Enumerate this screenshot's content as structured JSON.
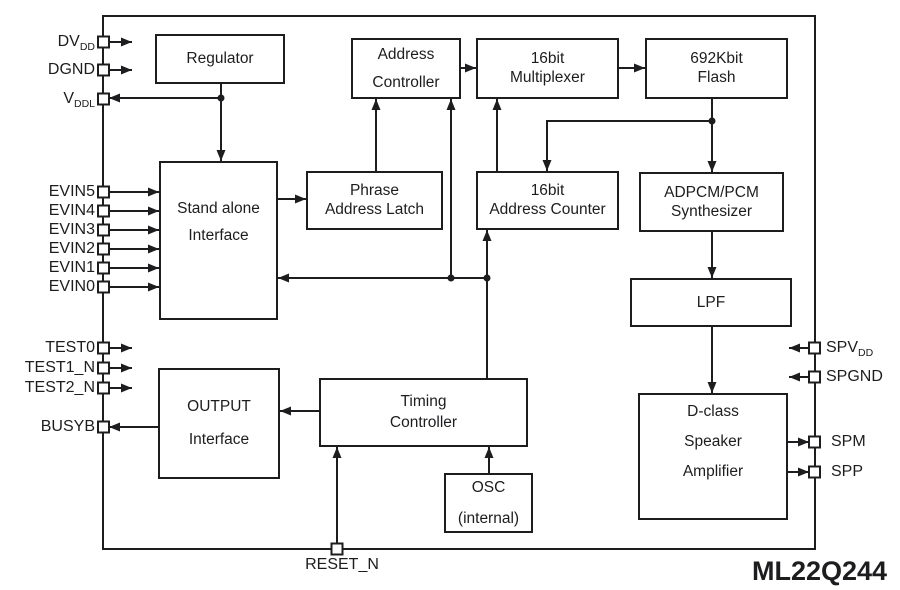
{
  "chip_label": "ML22Q244",
  "colors": {
    "ink": "#1d1d1f",
    "background": "#ffffff"
  },
  "blocks": {
    "regulator": {
      "lines": [
        "Regulator"
      ]
    },
    "address_controller": {
      "lines": [
        "Address",
        "Controller"
      ]
    },
    "multiplexer_16bit": {
      "lines": [
        "16bit",
        "Multiplexer"
      ]
    },
    "flash_692kbit": {
      "lines": [
        "692Kbit",
        "Flash"
      ]
    },
    "standalone_interface": {
      "lines": [
        "Stand alone",
        "Interface"
      ]
    },
    "phrase_address_latch": {
      "lines": [
        "Phrase",
        "Address Latch"
      ]
    },
    "address_counter_16bit": {
      "lines": [
        "16bit",
        "Address Counter"
      ]
    },
    "adpcm_synthesizer": {
      "lines": [
        "ADPCM/PCM",
        "Synthesizer"
      ]
    },
    "lpf": {
      "lines": [
        "LPF"
      ]
    },
    "output_interface": {
      "lines": [
        "OUTPUT",
        "Interface"
      ]
    },
    "timing_controller": {
      "lines": [
        "Timing",
        "Controller"
      ]
    },
    "osc_internal": {
      "lines": [
        "OSC",
        "(internal)"
      ]
    },
    "dclass_amplifier": {
      "lines": [
        "D-class",
        "Speaker",
        "Amplifier"
      ]
    }
  },
  "pins": {
    "dvdd": {
      "text": "DV",
      "sub": "DD"
    },
    "dgnd": {
      "text": "DGND",
      "sub": ""
    },
    "vddl": {
      "text": "V",
      "sub": "DDL"
    },
    "evin5": {
      "text": "EVIN5",
      "sub": ""
    },
    "evin4": {
      "text": "EVIN4",
      "sub": ""
    },
    "evin3": {
      "text": "EVIN3",
      "sub": ""
    },
    "evin2": {
      "text": "EVIN2",
      "sub": ""
    },
    "evin1": {
      "text": "EVIN1",
      "sub": ""
    },
    "evin0": {
      "text": "EVIN0",
      "sub": ""
    },
    "test0": {
      "text": "TEST0",
      "sub": ""
    },
    "test1_n": {
      "text": "TEST1_N",
      "sub": ""
    },
    "test2_n": {
      "text": "TEST2_N",
      "sub": ""
    },
    "busyb": {
      "text": "BUSYB",
      "sub": ""
    },
    "reset_n": {
      "text": "RESET_N",
      "sub": ""
    },
    "spvdd": {
      "text": "SPV",
      "sub": "DD"
    },
    "spgnd": {
      "text": "SPGND",
      "sub": ""
    },
    "spm": {
      "text": "SPM",
      "sub": ""
    },
    "spp": {
      "text": "SPP",
      "sub": ""
    }
  }
}
